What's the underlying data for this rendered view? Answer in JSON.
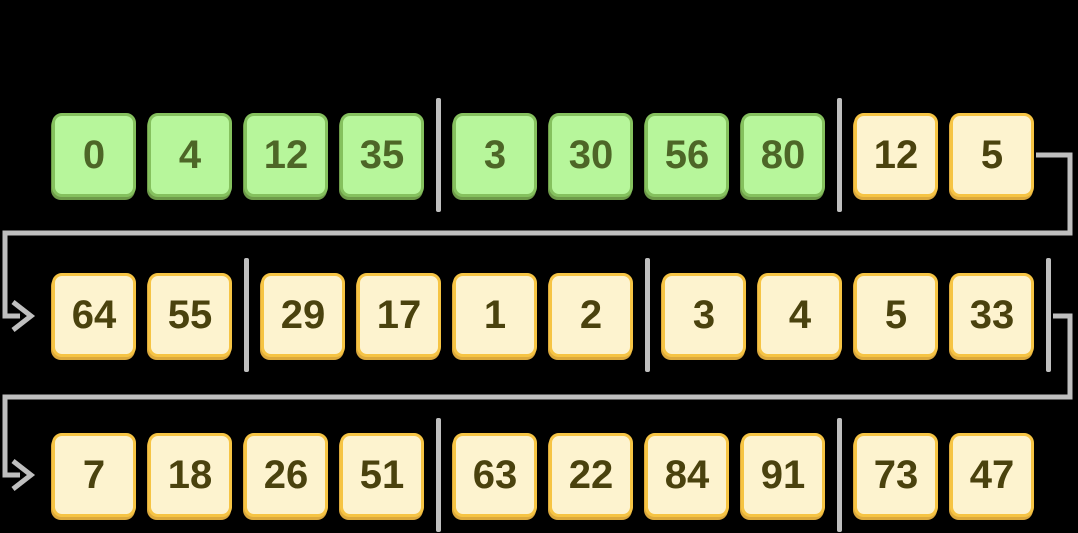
{
  "colors": {
    "background": "#000000",
    "green_fill": "#b7f69b",
    "green_border": "#85c15e",
    "green_shadow": "#6e9b49",
    "green_text": "#4d6627",
    "yellow_fill": "#fdf3cf",
    "yellow_border": "#f6c444",
    "yellow_shadow": "#dca93c",
    "yellow_text": "#4a420e",
    "line_gray": "#bfbfbf"
  },
  "rows": [
    {
      "name": "array-row-1",
      "cells": [
        {
          "value": "0",
          "style": "green"
        },
        {
          "value": "4",
          "style": "green"
        },
        {
          "value": "12",
          "style": "green"
        },
        {
          "value": "35",
          "style": "green"
        },
        {
          "value": "3",
          "style": "green"
        },
        {
          "value": "30",
          "style": "green"
        },
        {
          "value": "56",
          "style": "green"
        },
        {
          "value": "80",
          "style": "green"
        },
        {
          "value": "12",
          "style": "yellow"
        },
        {
          "value": "5",
          "style": "yellow"
        }
      ],
      "dividers_after": [
        3,
        7
      ]
    },
    {
      "name": "array-row-2",
      "cells": [
        {
          "value": "64",
          "style": "yellow"
        },
        {
          "value": "55",
          "style": "yellow"
        },
        {
          "value": "29",
          "style": "yellow"
        },
        {
          "value": "17",
          "style": "yellow"
        },
        {
          "value": "1",
          "style": "yellow"
        },
        {
          "value": "2",
          "style": "yellow"
        },
        {
          "value": "3",
          "style": "yellow"
        },
        {
          "value": "4",
          "style": "yellow"
        },
        {
          "value": "5",
          "style": "yellow"
        },
        {
          "value": "33",
          "style": "yellow"
        }
      ],
      "dividers_after": [
        1,
        5,
        9
      ]
    },
    {
      "name": "array-row-3",
      "cells": [
        {
          "value": "7",
          "style": "yellow"
        },
        {
          "value": "18",
          "style": "yellow"
        },
        {
          "value": "26",
          "style": "yellow"
        },
        {
          "value": "51",
          "style": "yellow"
        },
        {
          "value": "63",
          "style": "yellow"
        },
        {
          "value": "22",
          "style": "yellow"
        },
        {
          "value": "84",
          "style": "yellow"
        },
        {
          "value": "91",
          "style": "yellow"
        },
        {
          "value": "73",
          "style": "yellow"
        },
        {
          "value": "47",
          "style": "yellow"
        }
      ],
      "dividers_after": [
        3,
        7
      ]
    }
  ],
  "connectors": [
    {
      "name": "wrap-connector-row1-to-row2",
      "from": "array-row-1",
      "to": "array-row-2"
    },
    {
      "name": "wrap-connector-row2-to-row3",
      "from": "array-row-2",
      "to": "array-row-3"
    }
  ]
}
